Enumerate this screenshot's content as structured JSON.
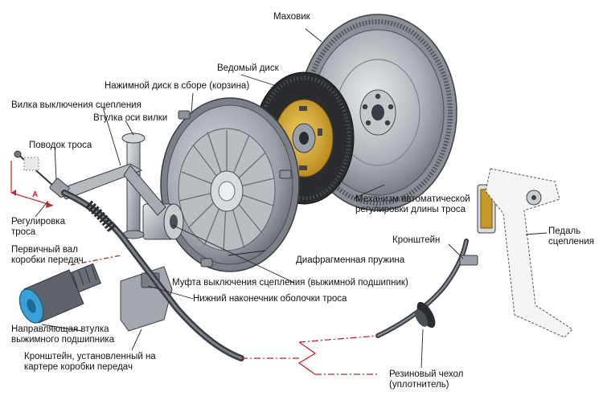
{
  "labels": {
    "flywheel": "Маховик",
    "driven_disc": "Ведомый диск",
    "pressure_plate": "Нажимной диск в сборе (корзина)",
    "release_fork": "Вилка выключения сцепления",
    "fork_axle_bushing": "Втулка оси вилки",
    "cable_leash": "Поводок троса",
    "cable_adjust_1": "Регулировка",
    "cable_adjust_2": "троса",
    "input_shaft_1": "Первичный вал",
    "input_shaft_2": "коробки передач",
    "guide_sleeve_1": "Направляющая втулка",
    "guide_sleeve_2": "выжимного подшипника",
    "bracket_gearbox_1": "Кронштейн, установленный на",
    "bracket_gearbox_2": "картере коробки передач",
    "auto_adjust_1": "Механизм автоматической",
    "auto_adjust_2": "регулировки длины троса",
    "bracket": "Кронштейн",
    "pedal_1": "Педаль",
    "pedal_2": "сцепления",
    "diaphragm_spring": "Диафрагменная пружина",
    "release_bearing": "Муфта выключения сцепления (выжимной подшипник)",
    "lower_tip": "Нижний наконечник оболочки троса",
    "rubber_boot_1": "Резиновый чехол",
    "rubber_boot_2": "(уплотнитель)",
    "dimension_marker": "А"
  },
  "colors": {
    "accent_red": "#c0282d",
    "metal_light": "#c9ccd0",
    "metal_dark": "#5b6068",
    "friction_dark": "#2a2c30",
    "hub_gold": "#d8a72a",
    "line": "#222222"
  }
}
